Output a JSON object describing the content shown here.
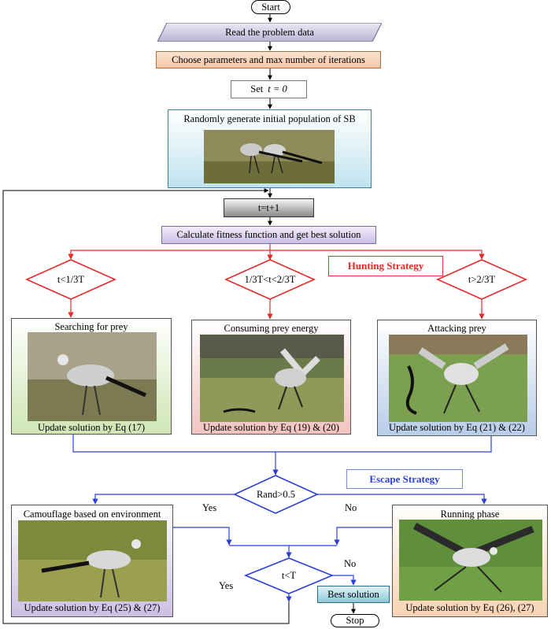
{
  "nodes": {
    "start": "Start",
    "read": "Read the problem data",
    "choose": "Choose parameters and max number of iterations",
    "set_prefix": "Set",
    "set_expr": "t = 0",
    "init": "Randomly generate initial population of SB",
    "increment": "t=t+1",
    "calc": "Calculate fitness function and get best solution",
    "cond1": "t<1/3T",
    "cond2": "1/3T<t<2/3T",
    "cond3": "t>2/3T",
    "rand": "Rand>0.5",
    "tlt": "t<T",
    "best": "Best solution",
    "stop": "Stop"
  },
  "strategies": {
    "hunting": "Hunting Strategy",
    "escape": "Escape Strategy"
  },
  "panels": [
    {
      "title": "Searching for prey",
      "update": "Update solution by Eq (17)"
    },
    {
      "title": "Consuming prey energy",
      "update": "Update solution by Eq (19) & (20)"
    },
    {
      "title": "Attacking prey",
      "update": "Update solution by Eq (21) & (22)"
    },
    {
      "title": "Camouflage based on  environment",
      "update": "Update solution by Eq (25) & (27)"
    },
    {
      "title": "Running phase",
      "update": "Update solution by Eq (26), (27)"
    }
  ],
  "edge_labels": {
    "rand_yes": "Yes",
    "rand_no": "No",
    "tlt_yes": "Yes",
    "tlt_no": "No"
  },
  "colors": {
    "hunting": "#e52a2a",
    "escape": "#2b3fd8",
    "main_flow": "#000000"
  }
}
